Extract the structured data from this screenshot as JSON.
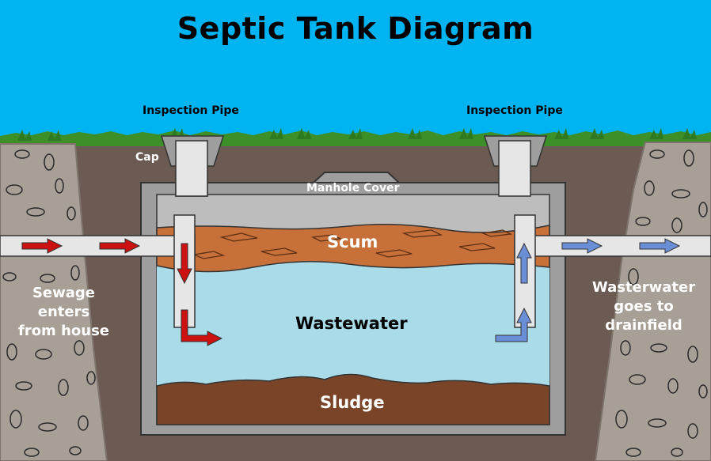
{
  "title": "Septic Tank Diagram",
  "labels": {
    "inspection_pipe_left": "Inspection Pipe",
    "inspection_pipe_right": "Inspection Pipe",
    "cap": "Cap",
    "manhole_cover": "Manhole Cover",
    "scum": "Scum",
    "wastewater": "Wastewater",
    "sludge": "Sludge"
  },
  "inlet": {
    "line1": "Sewage",
    "line2": "enters",
    "line3": "from house"
  },
  "outlet": {
    "line1": "Wasterwater",
    "line2": "goes to",
    "line3": "drainfield"
  },
  "colors": {
    "sky": "#00b4f2",
    "grass": "#3d8f2a",
    "soil": "#6b5b52",
    "gravel": "#a89f97",
    "tank_wall": "#9e9e9e",
    "tank_air": "#bdbdbd",
    "pipe": "#e6e6e6",
    "scum": "#c8703a",
    "wastewater": "#aadbe8",
    "sludge": "#7a4428",
    "inflow_arrow": "#cc1111",
    "outflow_arrow": "#6b8fd6"
  }
}
